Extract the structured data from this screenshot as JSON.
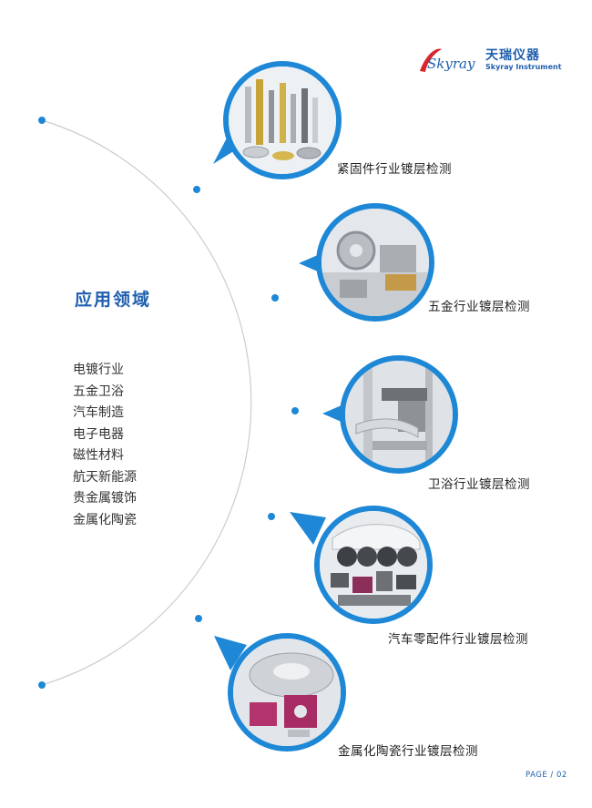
{
  "logo": {
    "script": "Skyray",
    "cn_name": "天瑞仪器",
    "en_name": "Skyray Instrument"
  },
  "section_title": "应用领域",
  "applications": [
    "电镀行业",
    "五金卫浴",
    "汽车制造",
    "电子电器",
    "磁性材料",
    "航天新能源",
    "贵金属镀饰",
    "金属化陶瓷"
  ],
  "cases": [
    {
      "caption": "紧固件行业镀层检测",
      "icon": "fasteners-photo"
    },
    {
      "caption": "五金行业镀层检测",
      "icon": "hardware-photo"
    },
    {
      "caption": "卫浴行业镀层检测",
      "icon": "faucet-photo"
    },
    {
      "caption": "汽车零配件行业镀层检测",
      "icon": "auto-parts-photo"
    },
    {
      "caption": "金属化陶瓷行业镀层检测",
      "icon": "ceramic-photo"
    }
  ],
  "page_label": "PAGE / 02",
  "colors": {
    "accent": "#1e88d6",
    "brand": "#1f5fae",
    "logo_red": "#d7262e",
    "arc": "#c9ccd0"
  }
}
